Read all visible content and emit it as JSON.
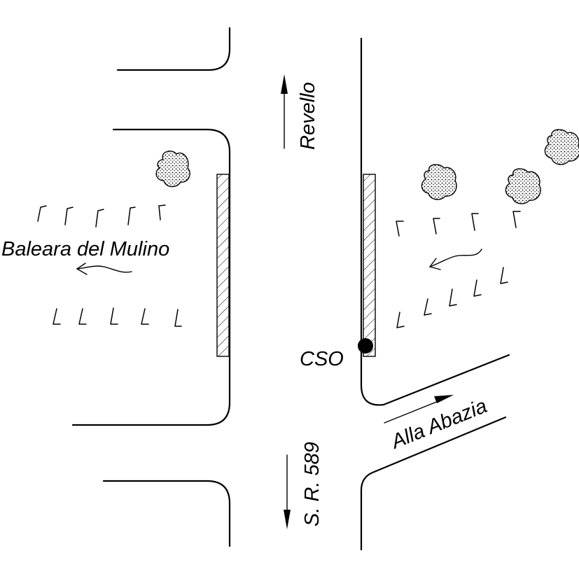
{
  "labels": {
    "north": "Revello",
    "south": "S. R. 589",
    "west": "Baleara del Mulino",
    "southeast": "Alla Abazia",
    "point": "CSO"
  },
  "colors": {
    "ink": "#000000",
    "paper": "#ffffff"
  }
}
